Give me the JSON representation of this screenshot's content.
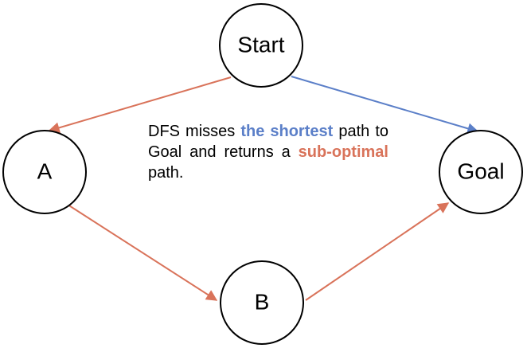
{
  "nodes": {
    "start": "Start",
    "a": "A",
    "goal": "Goal",
    "b": "B"
  },
  "caption": {
    "part1": "DFS misses ",
    "highlight_shortest": "the shortest",
    "part2": " path to Goal and returns a ",
    "highlight_suboptimal": "sub-optimal",
    "part3": " path."
  },
  "colors": {
    "shortest_path": "#5b7fc8",
    "dfs_path": "#d9735a",
    "node_stroke": "#000000"
  }
}
